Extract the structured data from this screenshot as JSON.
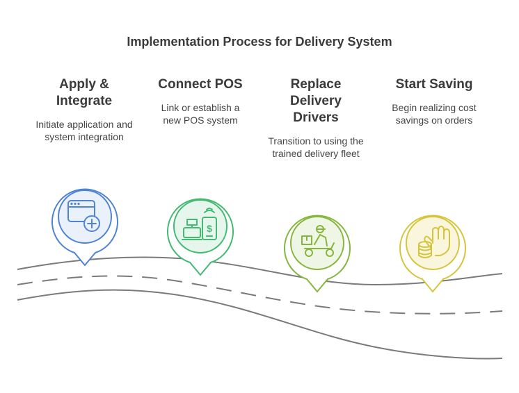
{
  "title": "Implementation Process for Delivery System",
  "steps": [
    {
      "title": "Apply & Integrate",
      "description": "Initiate application and system integration",
      "icon": "browser-add-icon",
      "color": "#4f83d4"
    },
    {
      "title": "Connect POS",
      "description": "Link or establish a new POS system",
      "icon": "pos-terminal-icon",
      "color": "#42ba72"
    },
    {
      "title": "Replace Delivery Drivers",
      "description": "Transition to using the trained delivery fleet",
      "icon": "delivery-scooter-icon",
      "color": "#86b63e"
    },
    {
      "title": "Start Saving",
      "description": "Begin realizing cost savings on orders",
      "icon": "coins-hand-icon",
      "color": "#d6c53c"
    }
  ]
}
